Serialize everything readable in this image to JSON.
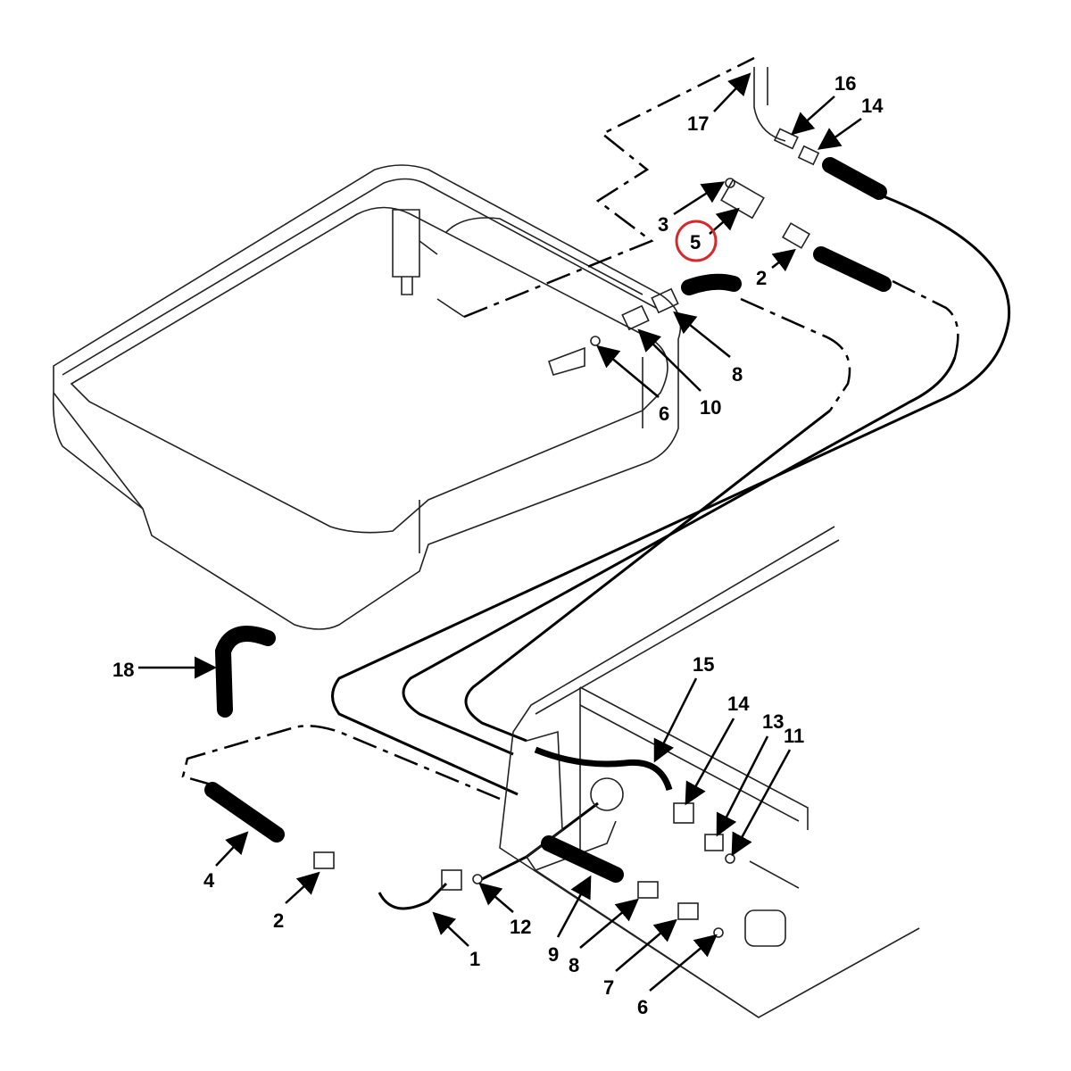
{
  "diagram": {
    "callouts": {
      "c17": "17",
      "c16": "16",
      "c14a": "14",
      "c3": "3",
      "c5": "5",
      "c2a": "2",
      "c8a": "8",
      "c10": "10",
      "c6a": "6",
      "c18": "18",
      "c15": "15",
      "c14b": "14",
      "c13": "13",
      "c11": "11",
      "c4": "4",
      "c2b": "2",
      "c12": "12",
      "c1": "1",
      "c9": "9",
      "c8b": "8",
      "c7": "7",
      "c6b": "6"
    },
    "highlight_color": "#d42a2a"
  }
}
